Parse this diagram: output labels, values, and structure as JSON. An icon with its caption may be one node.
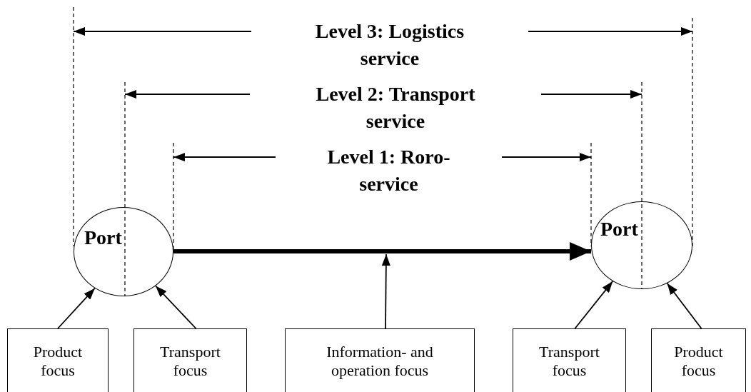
{
  "diagram": {
    "nodes": [
      {
        "text": [
          "Port"
        ]
      },
      {
        "text": [
          "Port"
        ]
      },
      {
        "text": [
          "Product focus"
        ]
      },
      {
        "text": [
          "Transport focus"
        ]
      },
      {
        "text": [
          "Information- and operation focus"
        ]
      },
      {
        "text": [
          "Transport focus"
        ]
      },
      {
        "text": [
          "Product focus"
        ]
      }
    ],
    "edges": [
      {
        "from": 0,
        "to": 1,
        "arrow": "to",
        "style": "thick"
      },
      {
        "from": 2,
        "to": 0,
        "arrow": "to"
      },
      {
        "from": 3,
        "to": 0,
        "arrow": "to"
      },
      {
        "from": 4,
        "to": null,
        "arrow": "to"
      },
      {
        "from": 5,
        "to": 1,
        "arrow": "to"
      },
      {
        "from": 6,
        "to": 1,
        "arrow": "to"
      }
    ],
    "labels": [
      "Level 3: Logistics service",
      "Level 2: Transport service",
      "Level 1: Roro-service"
    ]
  }
}
